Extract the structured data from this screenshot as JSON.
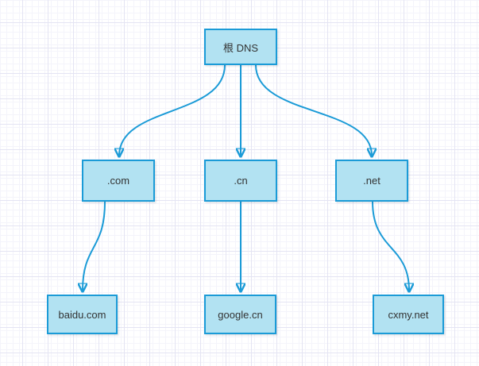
{
  "diagram": {
    "kind": "dns-hierarchy-tree",
    "levels": 3
  },
  "nodes": {
    "root": {
      "label": "根 DNS"
    },
    "com": {
      "label": ".com"
    },
    "cn": {
      "label": ".cn"
    },
    "net": {
      "label": ".net"
    },
    "baidu": {
      "label": "baidu.com"
    },
    "google": {
      "label": "google.cn"
    },
    "cxmy": {
      "label": "cxmy.net"
    }
  },
  "edges": [
    {
      "from": "root",
      "to": "com"
    },
    {
      "from": "root",
      "to": "cn"
    },
    {
      "from": "root",
      "to": "net"
    },
    {
      "from": "com",
      "to": "baidu"
    },
    {
      "from": "cn",
      "to": "google"
    },
    {
      "from": "net",
      "to": "cxmy"
    }
  ],
  "colors": {
    "node_fill": "#b2e2f2",
    "node_border": "#1b9bd7",
    "connector": "#1b9bd7",
    "text": "#333333",
    "grid_major": "#e4e4f3",
    "grid_minor": "#f4f4fb",
    "background": "#ffffff"
  }
}
